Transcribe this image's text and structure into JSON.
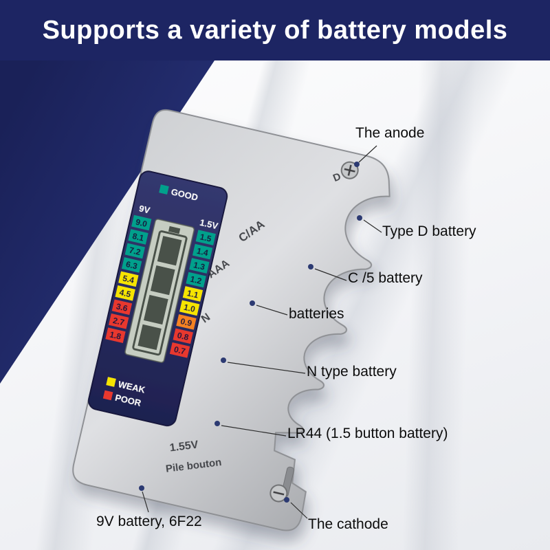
{
  "header": {
    "title": "Supports a variety of battery models"
  },
  "device": {
    "lcd": {
      "good_label": "GOOD",
      "weak_label": "WEAK",
      "poor_label": "POOR",
      "left_header": "9V",
      "right_header": "1.5V",
      "left": [
        {
          "v": "9.0",
          "bg": "#00a08c"
        },
        {
          "v": "8.1",
          "bg": "#00a08c"
        },
        {
          "v": "7.2",
          "bg": "#00a08c"
        },
        {
          "v": "6.3",
          "bg": "#00a08c"
        },
        {
          "v": "5.4",
          "bg": "#f6e400"
        },
        {
          "v": "4.5",
          "bg": "#f6e400"
        },
        {
          "v": "3.6",
          "bg": "#e8392f"
        },
        {
          "v": "2.7",
          "bg": "#e8392f"
        },
        {
          "v": "1.8",
          "bg": "#e8392f"
        }
      ],
      "right": [
        {
          "v": "1.5",
          "bg": "#00a08c"
        },
        {
          "v": "1.4",
          "bg": "#00a08c"
        },
        {
          "v": "1.3",
          "bg": "#00a08c"
        },
        {
          "v": "1.2",
          "bg": "#00a08c"
        },
        {
          "v": "1.1",
          "bg": "#f6e400"
        },
        {
          "v": "1.0",
          "bg": "#f6e400"
        },
        {
          "v": "0.9",
          "bg": "#f58220"
        },
        {
          "v": "0.8",
          "bg": "#e8392f"
        },
        {
          "v": "0.7",
          "bg": "#e8392f"
        }
      ]
    },
    "slots": {
      "d": "D",
      "c_aa": "C/AA",
      "aaa": "AAA",
      "n": "N"
    },
    "markings": {
      "voltage": "1.55V",
      "button": "Pile bouton"
    }
  },
  "annotations": {
    "anode": "The anode",
    "type_d": "Type D battery",
    "c5": "C /5 battery",
    "batteries": "batteries",
    "n_type": "N type battery",
    "lr44": "LR44 (1.5 button battery)",
    "nine_v": "9V battery, 6F22",
    "cathode": "The cathode"
  },
  "colors": {
    "banner": "#1d2563",
    "good": "#00a08c",
    "weak": "#f6e400",
    "poor": "#e8392f"
  }
}
